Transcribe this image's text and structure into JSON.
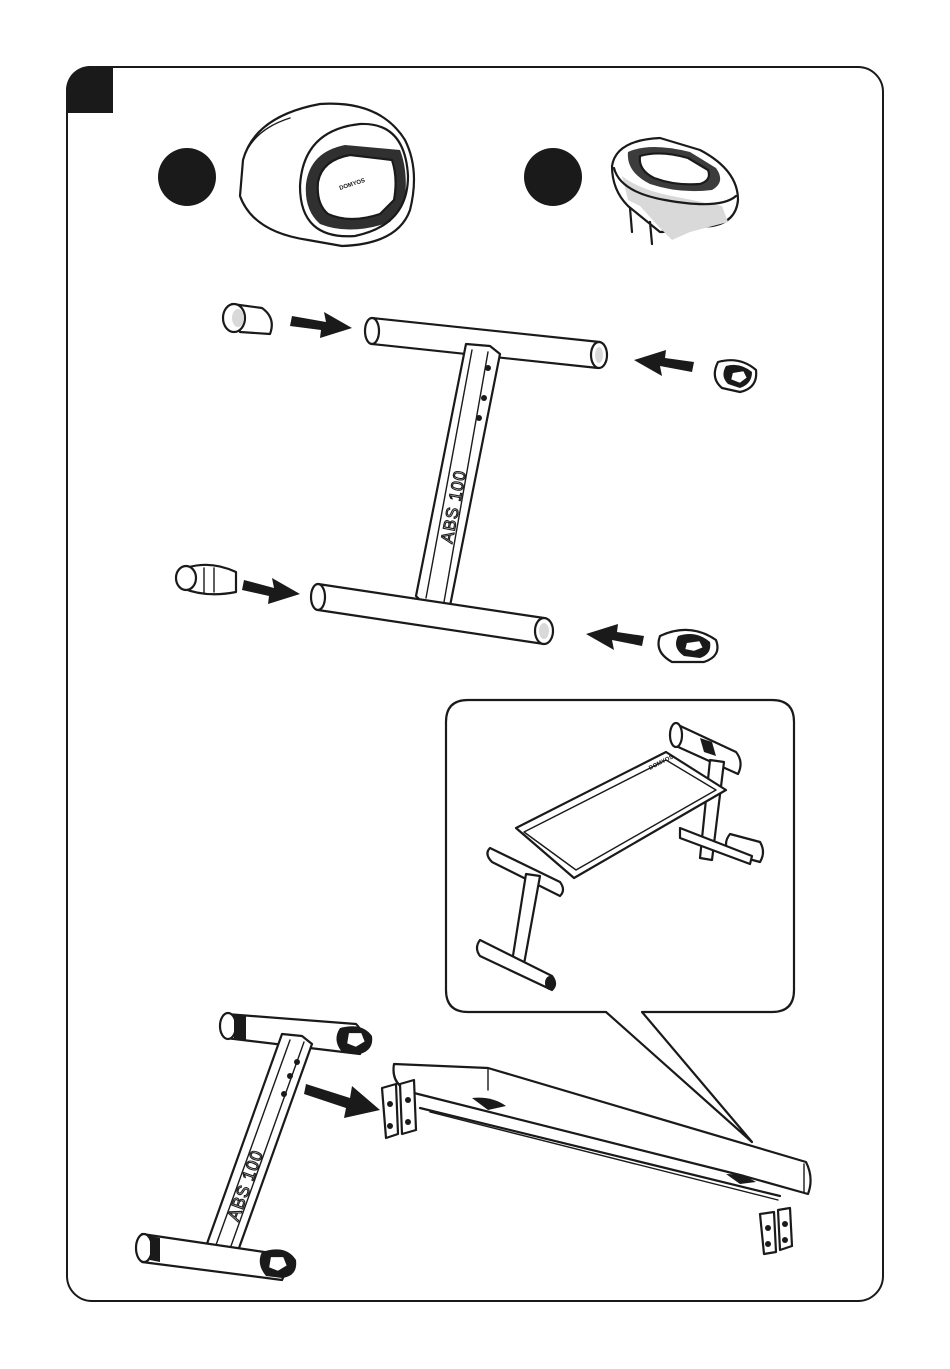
{
  "frame_label_top": "ABS 100",
  "frame_label_bottom": "ABS 100",
  "brand_logo": "DOMYOS",
  "colors": {
    "line": "#1a1a1a",
    "marker": "#1a1a1a",
    "background": "#ffffff"
  }
}
